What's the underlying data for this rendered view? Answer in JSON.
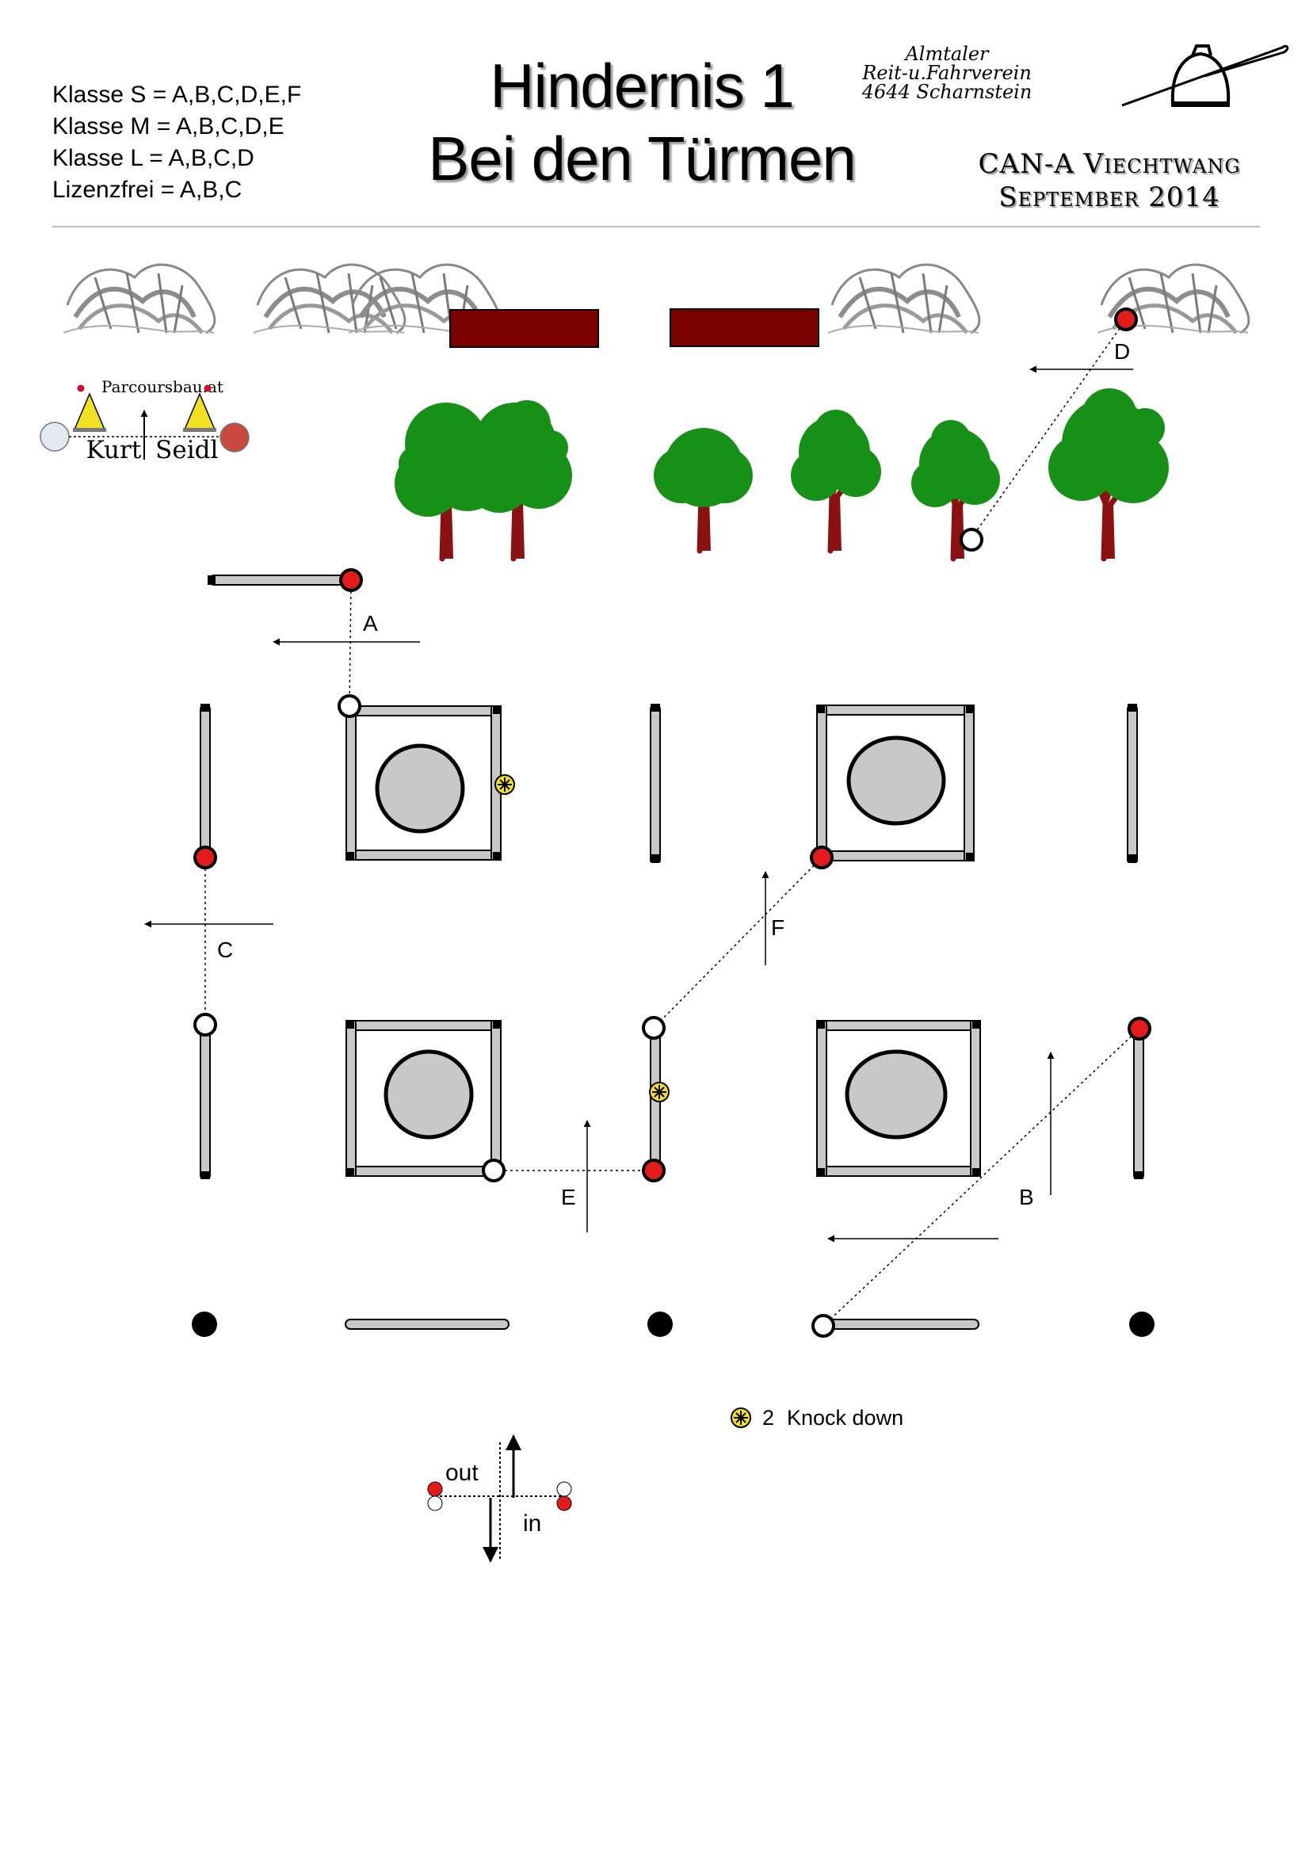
{
  "classes": [
    "Klasse S = A,B,C,D,E,F",
    "Klasse M = A,B,C,D,E",
    "Klasse L = A,B,C,D",
    "Lizenzfrei = A,B,C"
  ],
  "title": {
    "line1": "Hindernis 1",
    "line2": "Bei den Türmen"
  },
  "club": {
    "line1": "Almtaler",
    "line2": "Reit-u.Fahrverein",
    "line3": "4644 Scharnstein"
  },
  "event": {
    "line1": "CAN-A Viechtwang",
    "line2": "September 2014"
  },
  "credit": {
    "brand": "Parcoursbau.at",
    "name": "Kurt Seidl"
  },
  "gates": {
    "A": "A",
    "B": "B",
    "C": "C",
    "D": "D",
    "E": "E",
    "F": "F"
  },
  "legend": {
    "count": "2",
    "label": "Knock down"
  },
  "direction_key": {
    "out": "out",
    "in": "in"
  },
  "colors": {
    "red_marker": "#e41b1b",
    "white_marker": "#ffffff",
    "pole": "#c8c8c8",
    "block": "#7b0000",
    "tree_trunk": "#8b1212",
    "tree_leaf": "#169016",
    "knockdown": "#f2e022"
  },
  "icons": [
    "tree-icon",
    "brush-pile-icon",
    "sulky-icon",
    "cone-icon",
    "knockdown-icon"
  ]
}
